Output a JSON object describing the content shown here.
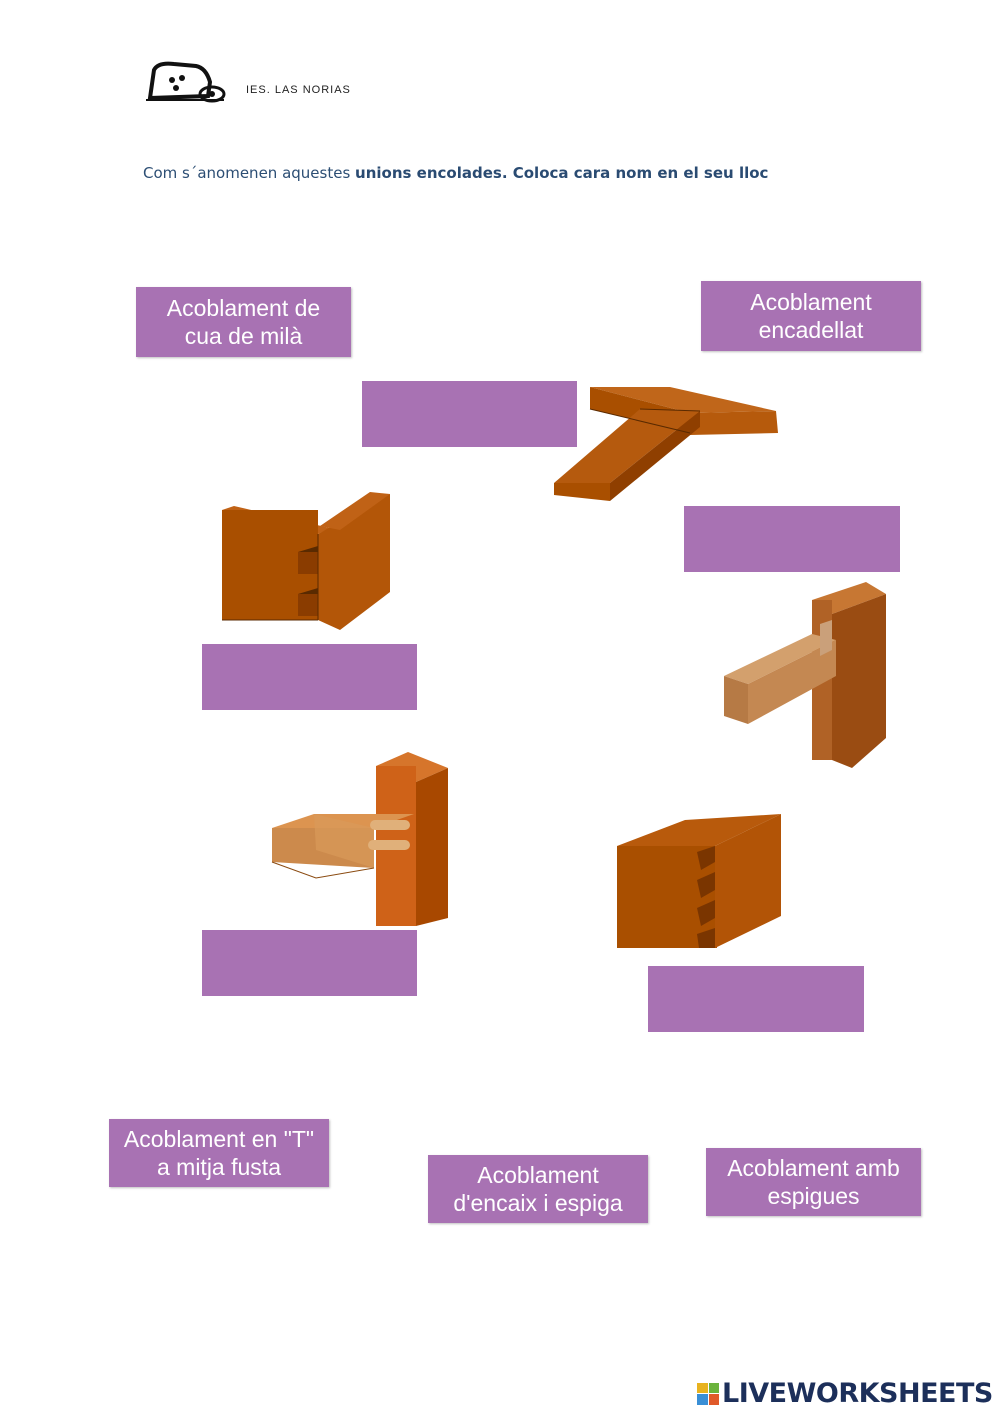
{
  "header": {
    "school_name": "IES. LAS NORIAS",
    "logo_icon": "school-logo-icon"
  },
  "instruction": {
    "plain": "Com s´anomenen aquestes ",
    "bold": "unions encolades. Coloca cara nom en el seu lloc"
  },
  "labels": {
    "dovetail": "Acoblament de\ncua de milà",
    "tongue_groove": "Acoblament\nencadellat",
    "half_lap_t": "Acoblament en \"T\"\na mitja fusta",
    "mortise_tenon": "Acoblament\nd'encaix i espiga",
    "dowels": "Acoblament amb\nespigues"
  },
  "drop_zones": [
    "",
    "",
    "",
    "",
    "",
    ""
  ],
  "footer": {
    "brand": "LIVEWORKSHEETS"
  },
  "colors": {
    "label_bg": "#a872b3",
    "wood_dark": "#a94f00",
    "wood_light": "#c98a4b",
    "instruction_text": "#2c4e74"
  }
}
